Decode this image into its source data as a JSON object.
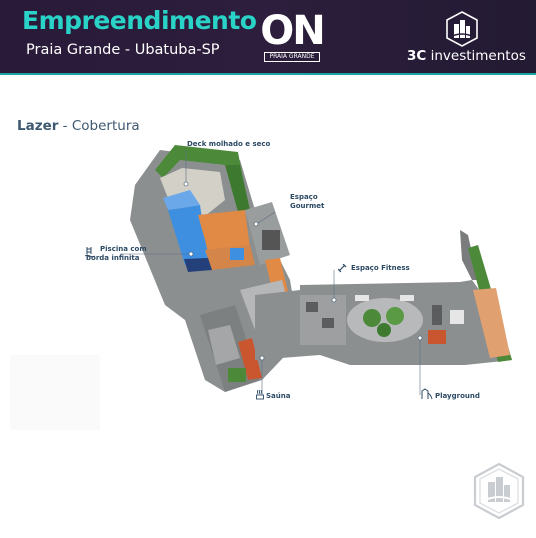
{
  "header": {
    "title": "Empreendimento",
    "subtitle": "Praia Grande - Ubatuba-SP",
    "project_logo": {
      "main": "ON",
      "sub": "PRAIA GRANDE"
    },
    "developer": {
      "name_bold": "3C",
      "name_rest": " investimentos",
      "icon": "building-shield-icon"
    }
  },
  "section": {
    "title_bold": "Lazer",
    "title_sep": " - ",
    "title_rest": "Cobertura"
  },
  "plan": {
    "callouts": {
      "deck": "Deck molhado e seco",
      "gourmet_1": "Espaço",
      "gourmet_2": "Gourmet",
      "piscina_1": "Piscina com",
      "piscina_2": "borda infinita",
      "fitness": "Espaço Fitness",
      "sauna": "Saúna",
      "playground": "Playground"
    },
    "icons": {
      "piscina": "swimming-pool-icon",
      "fitness": "dumbbell-icon",
      "sauna": "sauna-icon",
      "playground": "playground-slide-icon"
    },
    "colors": {
      "floor": "#8c8f90",
      "pool": "#3e8fe0",
      "wood": "#e08a45",
      "green": "#4c8a3a",
      "brick": "#c9562f"
    }
  },
  "watermark": {
    "icon": "building-shield-icon"
  }
}
